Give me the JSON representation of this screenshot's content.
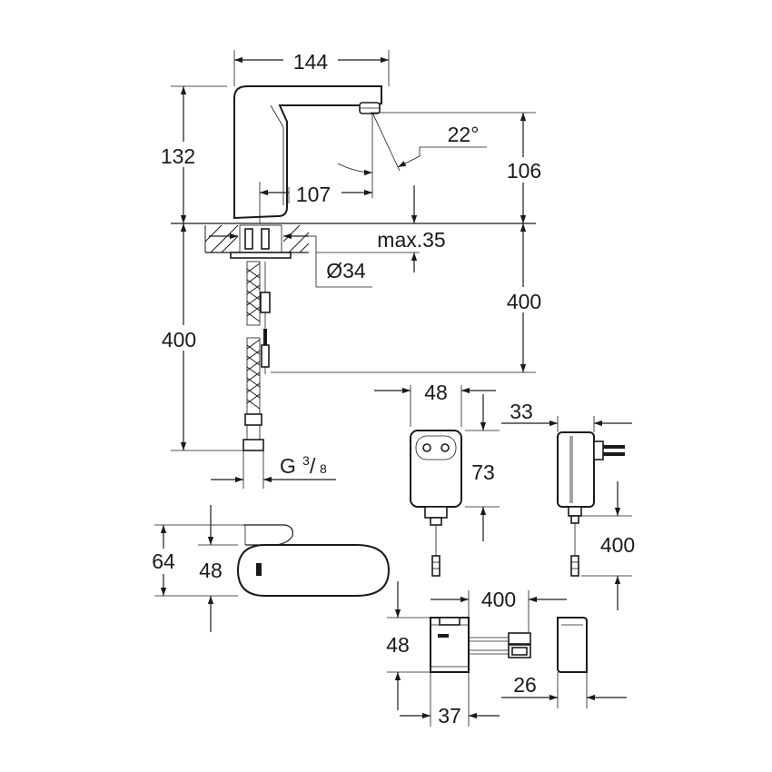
{
  "dimensions": {
    "spout_width": "144",
    "faucet_height": "132",
    "spray_angle": "22°",
    "outlet_height": "106",
    "reach": "107",
    "max_thickness": "max.35",
    "hole_diameter": "Ø34",
    "hose_length_left": "400",
    "hose_length_right": "400",
    "thread_prefix": "G",
    "thread_num": "3",
    "thread_den": "8",
    "adapter_width": "48",
    "adapter_height": "73",
    "adapter_depth": "33",
    "adapter_cable": "400",
    "top_view_depth": "64",
    "top_view_width": "48",
    "box_cable": "400",
    "box_height": "48",
    "box_width": "37",
    "cover_depth": "26"
  }
}
